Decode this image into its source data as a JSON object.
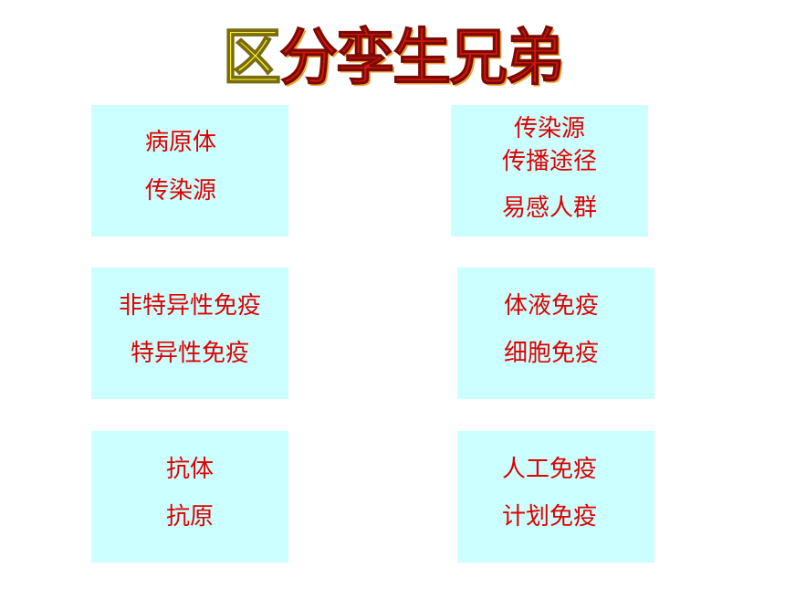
{
  "title": [
    "区",
    "分",
    "孪",
    "生",
    "兄",
    "弟"
  ],
  "boxes": [
    {
      "lines": [
        "病原体",
        "传染源"
      ]
    },
    {
      "lines": [
        "传染源",
        "传播途径",
        "易感人群"
      ]
    },
    {
      "lines": [
        "非特异性免疫",
        "特异性免疫"
      ]
    },
    {
      "lines": [
        "体液免疫",
        "细胞免疫"
      ]
    },
    {
      "lines": [
        "抗体",
        "抗原"
      ]
    },
    {
      "lines": [
        "人工免疫",
        "计划免疫"
      ]
    }
  ],
  "colors": {
    "box_background": "#ccffff",
    "box_text": "#e00000",
    "title_first_char": "#f2f230",
    "title_rest": "#d2160c"
  }
}
